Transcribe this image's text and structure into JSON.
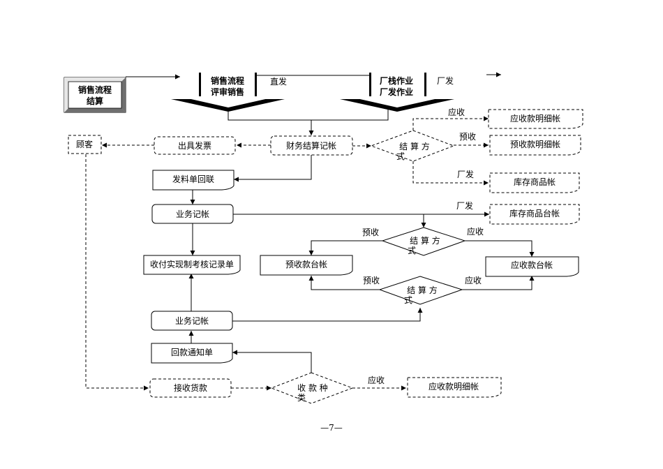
{
  "boxes": {
    "sales_settlement": {
      "line1": "销售流程",
      "line2": "结算"
    },
    "sales_review": {
      "line1": "销售流程",
      "line2": "评审销售"
    },
    "factory_ops": {
      "line1": "厂栈作业",
      "line2": "厂发作业"
    },
    "customer": "顾客",
    "issue_invoice": "出具发票",
    "finance_entry": "财务结算记帐",
    "ar_detail_1": "应收款明细帐",
    "prepay_detail": "预收款明细帐",
    "inventory_ledger": "库存商品帐",
    "material_return": "发料单回联",
    "business_entry_1": "业务记帐",
    "inventory_account": "库存商品台帐",
    "payment_record": "收付实现制考核记录单",
    "prepay_account": "预收款台帐",
    "ar_account": "应收款台帐",
    "business_entry_2": "业务记帐",
    "payment_notice": "回款通知单",
    "receive_payment": "接收货款",
    "ar_detail_2": "应收款明细帐"
  },
  "decisions": {
    "settle_1": {
      "line1": "结 算 方",
      "line2": "式"
    },
    "settle_2": {
      "line1": "结 算 方",
      "line2": "式"
    },
    "settle_3": {
      "line1": "结 算 方",
      "line2": "式"
    },
    "collect_type": {
      "line1": "收 款 种",
      "line2": "类"
    }
  },
  "labels": {
    "direct": "直发",
    "factory_top": "厂发",
    "receivable_1": "应收",
    "prepaid_1": "预收",
    "factory_1": "厂发",
    "factory_2": "厂发",
    "prepaid_2": "预收",
    "receivable_2": "应收",
    "prepaid_3": "预收",
    "receivable_3": "应收",
    "receivable_4": "应收"
  },
  "page_number": "—7—"
}
